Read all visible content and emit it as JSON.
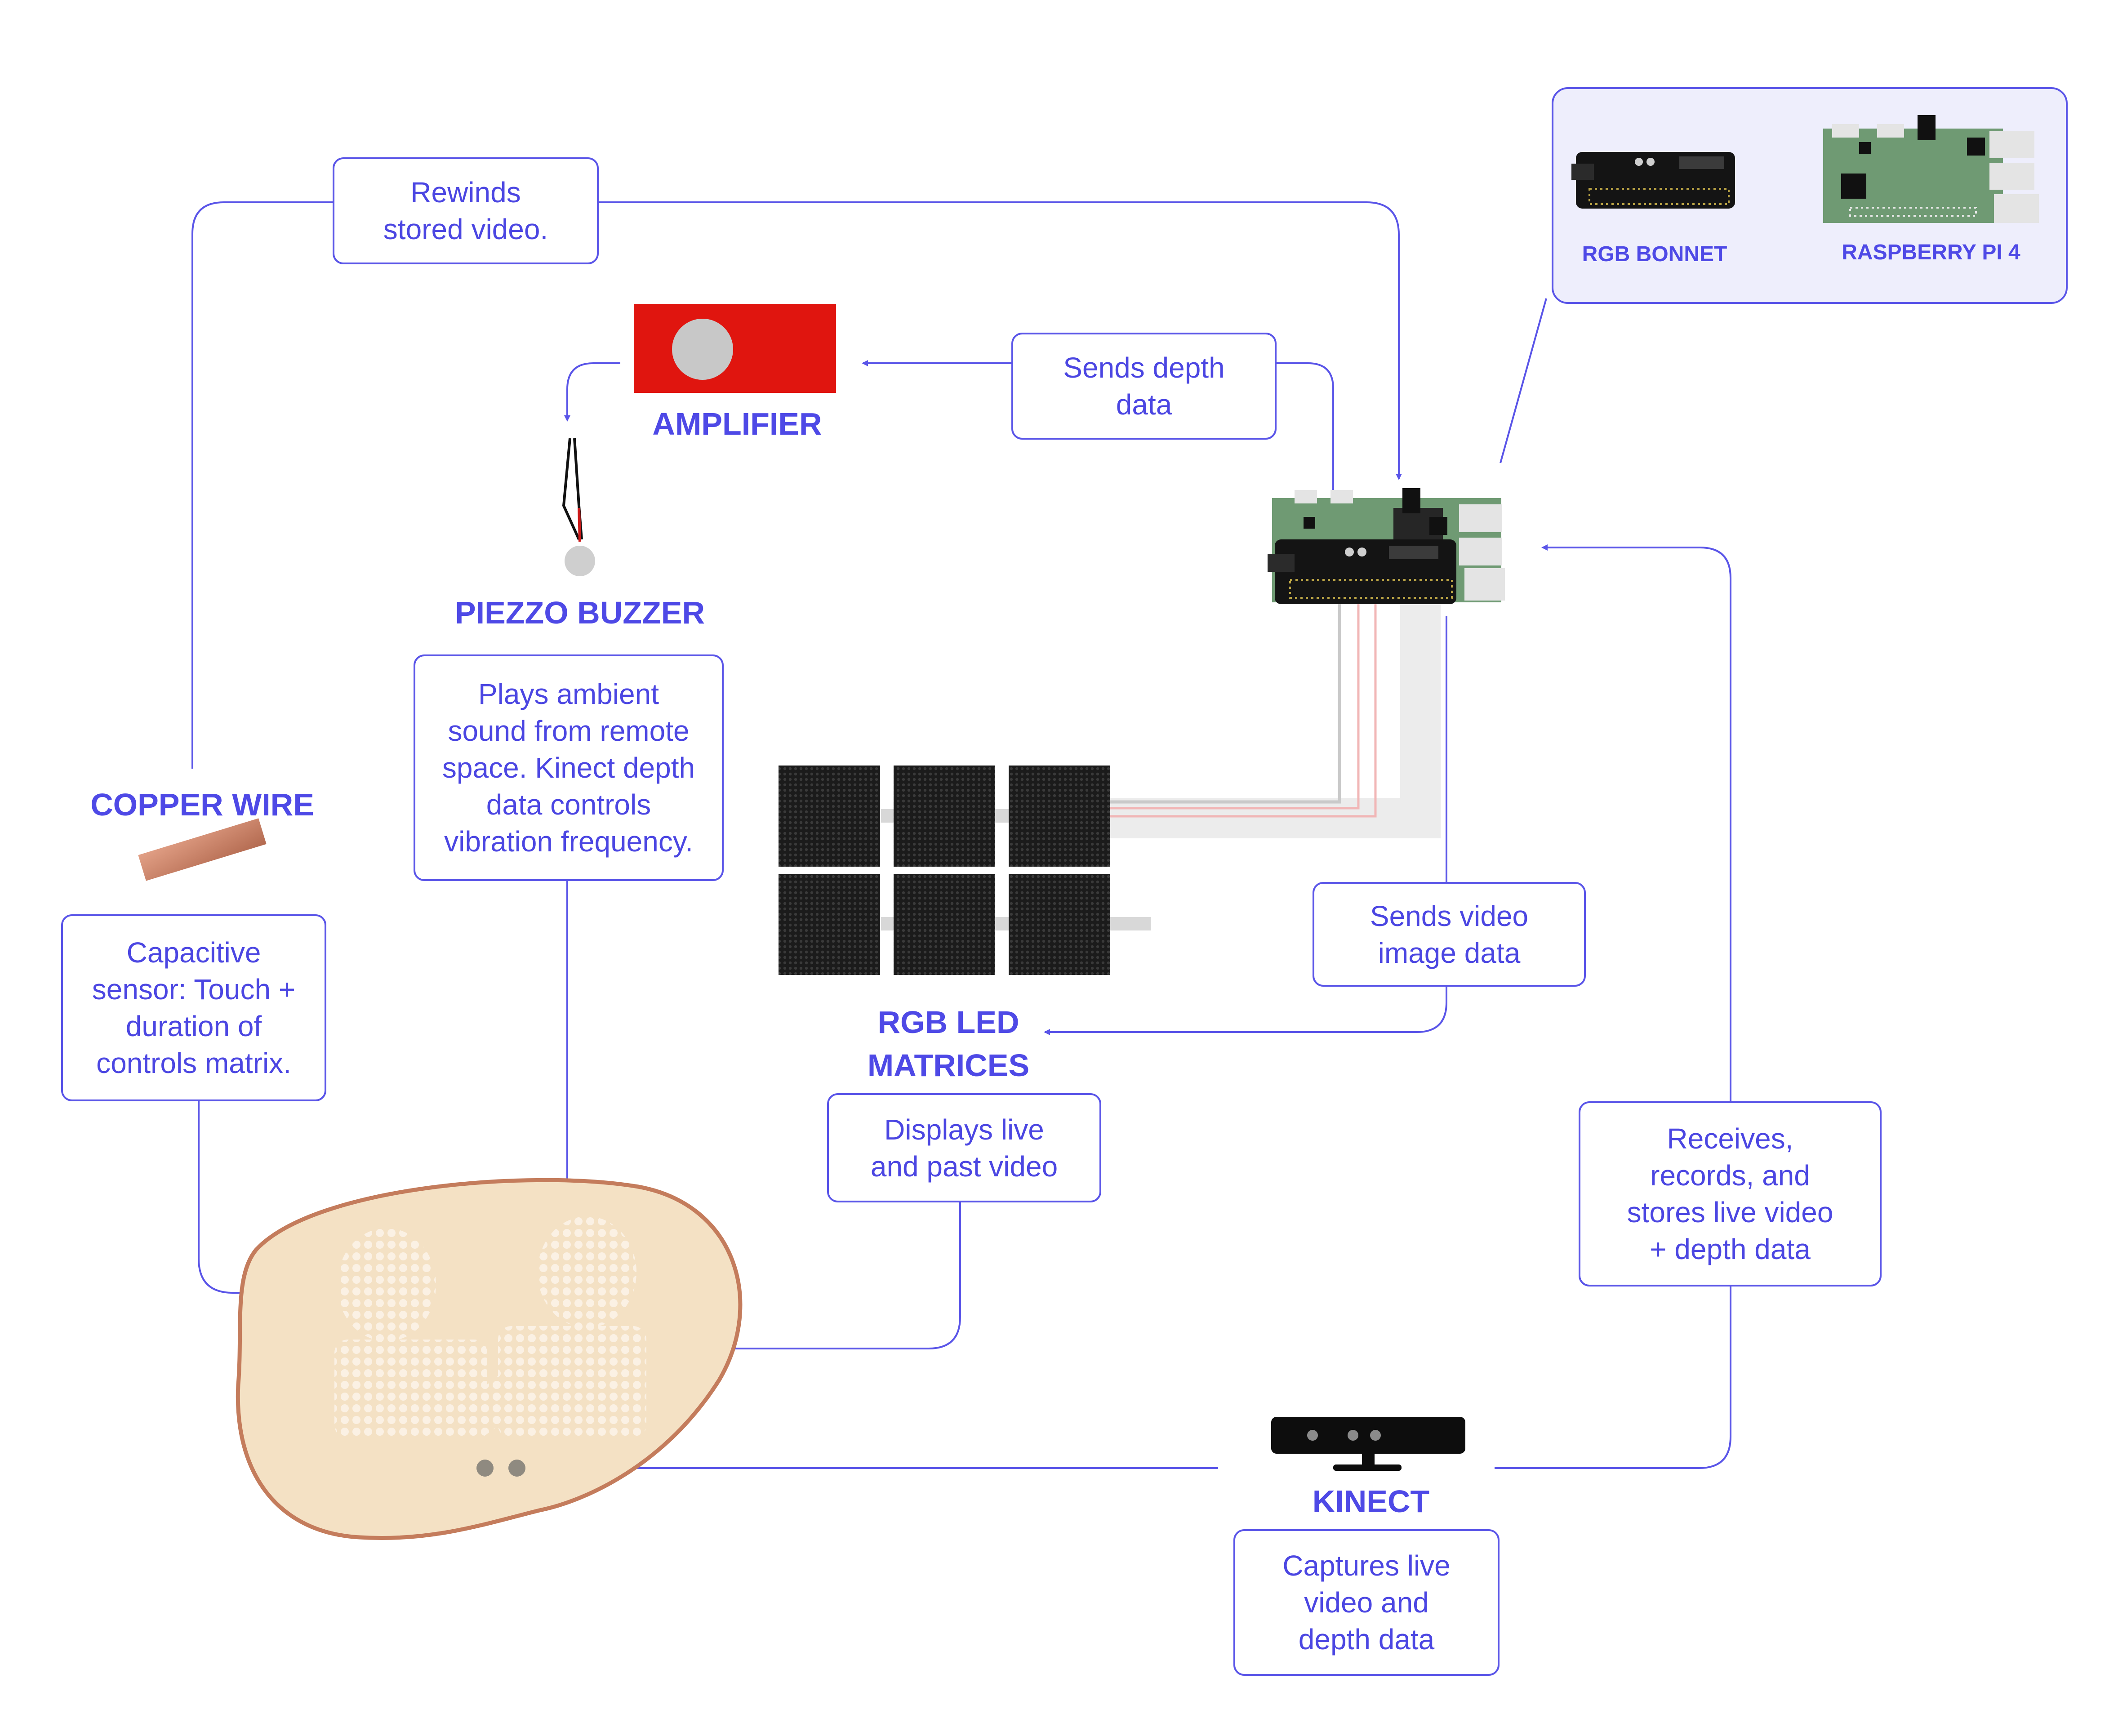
{
  "nodes": {
    "rewinds": "Rewinds\nstored video.",
    "sends_depth": "Sends depth\ndata",
    "amplifier": "AMPLIFIER",
    "piezzo_buzzer": "PIEZZO BUZZER",
    "plays_ambient": "Plays ambient\nsound from remote\nspace. Kinect depth\ndata controls\nvibration frequency.",
    "copper_wire": "COPPER WIRE",
    "capacitive": "Capacitive\nsensor: Touch +\nduration of\ncontrols matrix.",
    "rgb_led_matrices": "RGB LED\nMATRICES",
    "displays_live": "Displays live\nand past video",
    "sends_video": "Sends video\nimage data",
    "receives": "Receives,\nrecords, and\nstores live video\n+ depth data",
    "kinect": "KINECT",
    "captures": "Captures live\nvideo and\ndepth data"
  },
  "panel": {
    "rgb_bonnet": "RGB BONNET",
    "raspberry_pi": "RASPBERRY PI 4"
  },
  "colors": {
    "accent": "#5a55e8",
    "blob_fill": "#f4e1c4",
    "blob_stroke": "#c47c5c",
    "amplifier_red": "#e0150f",
    "pi_green": "#6f9a73",
    "copper": "#c98066"
  },
  "icons": [
    "amplifier-icon",
    "piezzo-buzzer-icon",
    "copper-wire-icon",
    "led-matrix-icon",
    "raspberry-pi-icon",
    "rgb-bonnet-icon",
    "kinect-icon",
    "interactive-surface"
  ]
}
